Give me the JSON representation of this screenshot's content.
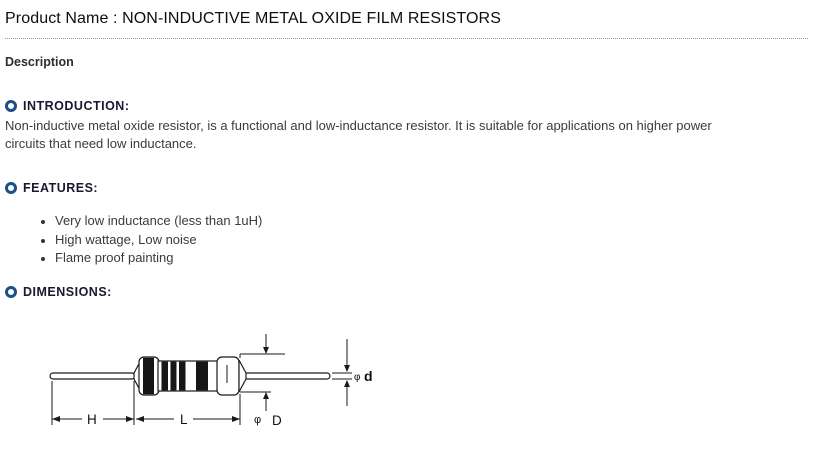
{
  "header": {
    "title": "Product Name : NON-INDUCTIVE METAL OXIDE FILM RESISTORS",
    "subtitle": "Description"
  },
  "introduction": {
    "heading": "INTRODUCTION:",
    "body_line1": "Non-inductive metal oxide resistor, is a functional and low-inductance resistor. It is suitable for applications on higher power",
    "body_line2": "circuits that need low inductance."
  },
  "features": {
    "heading": "FEATURES:",
    "items": [
      "Very low inductance (less than 1uH)",
      "High wattage, Low noise",
      "Flame proof painting"
    ]
  },
  "dimensions": {
    "heading": "DIMENSIONS:",
    "labels": {
      "lead_length": "H",
      "body_length": "L",
      "phi_body": "φ",
      "body_diameter": "D",
      "phi_lead": "φ",
      "lead_diameter": "d"
    }
  },
  "colors": {
    "section_ring": "#1d4f87",
    "heading_text": "#181830",
    "body_text": "#3b3b3b",
    "title_text": "#0d0d0d",
    "divider_dots": "#999999",
    "diagram_stroke": "#1a1a1a"
  }
}
